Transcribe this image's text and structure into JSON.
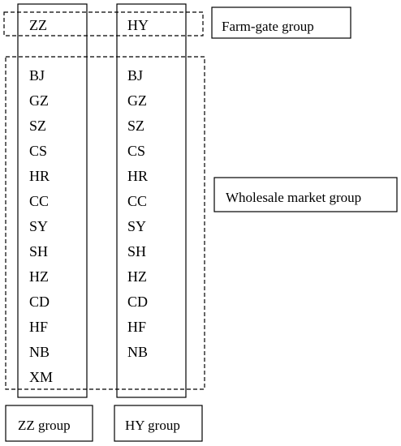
{
  "columns": {
    "zz": {
      "header": "ZZ",
      "markets": [
        "BJ",
        "GZ",
        "SZ",
        "CS",
        "HR",
        "CC",
        "SY",
        "SH",
        "HZ",
        "CD",
        "HF",
        "NB",
        "XM"
      ],
      "group_label": "ZZ group"
    },
    "hy": {
      "header": "HY",
      "markets": [
        "BJ",
        "GZ",
        "SZ",
        "CS",
        "HR",
        "CC",
        "SY",
        "SH",
        "HZ",
        "CD",
        "HF",
        "NB"
      ],
      "group_label": "HY group"
    }
  },
  "groups": {
    "farm_gate": "Farm-gate group",
    "wholesale": "Wholesale market group"
  }
}
